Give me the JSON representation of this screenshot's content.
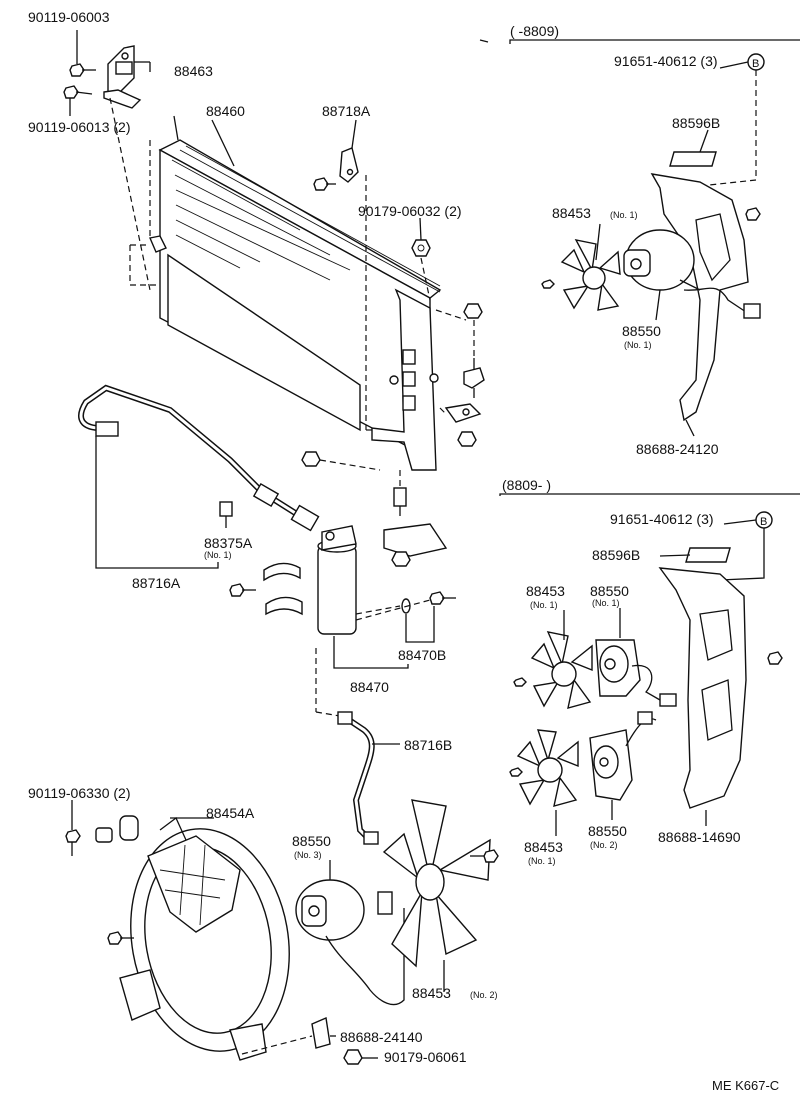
{
  "diagram_id": "ME K667-C",
  "sections": {
    "upto_8809": {
      "title": "(      -8809)"
    },
    "from_8809": {
      "title": "(8809-         )"
    }
  },
  "callouts": [
    {
      "id": "c1",
      "text": "90119-06003"
    },
    {
      "id": "c2",
      "text": "88463"
    },
    {
      "id": "c3",
      "text": "90119-06013 (2)"
    },
    {
      "id": "c4",
      "text": "88460"
    },
    {
      "id": "c5",
      "text": "88718A"
    },
    {
      "id": "c6",
      "text": "90179-06032 (2)"
    },
    {
      "id": "c7",
      "text": "88375A",
      "note": "(No. 1)"
    },
    {
      "id": "c8",
      "text": "88716A"
    },
    {
      "id": "c9",
      "text": "88470B"
    },
    {
      "id": "c10",
      "text": "88470"
    },
    {
      "id": "c11",
      "text": "88716B"
    },
    {
      "id": "c12",
      "text": "90119-06330 (2)"
    },
    {
      "id": "c13",
      "text": "88454A"
    },
    {
      "id": "c14",
      "text": "88550",
      "note": "(No. 3)"
    },
    {
      "id": "c15",
      "text": "88453",
      "note": "(No. 2)"
    },
    {
      "id": "c16",
      "text": "88688-24140"
    },
    {
      "id": "c17",
      "text": "90179-06061"
    },
    {
      "id": "c18",
      "text": "91651-40612  (3)"
    },
    {
      "id": "c19",
      "text": "88596B"
    },
    {
      "id": "c20",
      "text": "88453",
      "note": "(No. 1)"
    },
    {
      "id": "c21",
      "text": "88550",
      "note": "(No. 1)"
    },
    {
      "id": "c22",
      "text": "88688-24120"
    },
    {
      "id": "c23",
      "text": "91651-40612  (3)"
    },
    {
      "id": "c24",
      "text": "88596B"
    },
    {
      "id": "c25",
      "text": "88453",
      "note": "(No. 1)"
    },
    {
      "id": "c26",
      "text": "88550",
      "note": "(No. 1)"
    },
    {
      "id": "c27",
      "text": "88453",
      "note": "(No. 1)"
    },
    {
      "id": "c28",
      "text": "88550",
      "note": "(No. 2)"
    },
    {
      "id": "c29",
      "text": "88688-14690"
    }
  ],
  "ref_marker": "B"
}
